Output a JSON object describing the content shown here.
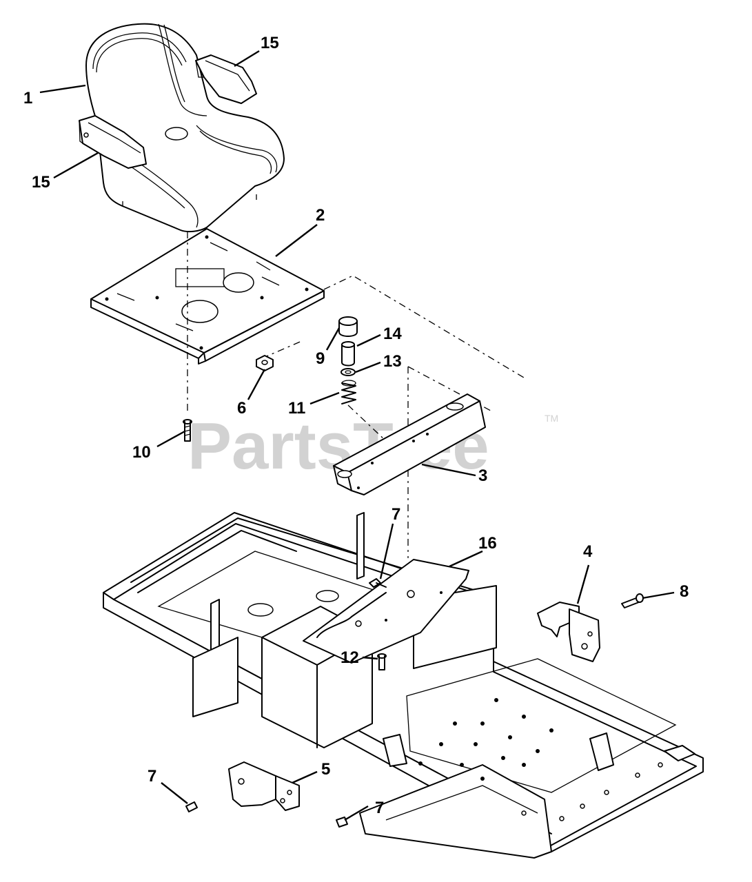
{
  "watermark": {
    "text": "PartsTree",
    "trademark": "TM"
  },
  "callouts": [
    {
      "id": "c1",
      "label": "1"
    },
    {
      "id": "c15a",
      "label": "15"
    },
    {
      "id": "c15b",
      "label": "15"
    },
    {
      "id": "c2",
      "label": "2"
    },
    {
      "id": "c9",
      "label": "9"
    },
    {
      "id": "c14",
      "label": "14"
    },
    {
      "id": "c13",
      "label": "13"
    },
    {
      "id": "c6",
      "label": "6"
    },
    {
      "id": "c11",
      "label": "11"
    },
    {
      "id": "c10",
      "label": "10"
    },
    {
      "id": "c3",
      "label": "3"
    },
    {
      "id": "c7a",
      "label": "7"
    },
    {
      "id": "c16",
      "label": "16"
    },
    {
      "id": "c4",
      "label": "4"
    },
    {
      "id": "c8",
      "label": "8"
    },
    {
      "id": "c12",
      "label": "12"
    },
    {
      "id": "c5",
      "label": "5"
    },
    {
      "id": "c7b",
      "label": "7"
    },
    {
      "id": "c7c",
      "label": "7"
    }
  ]
}
